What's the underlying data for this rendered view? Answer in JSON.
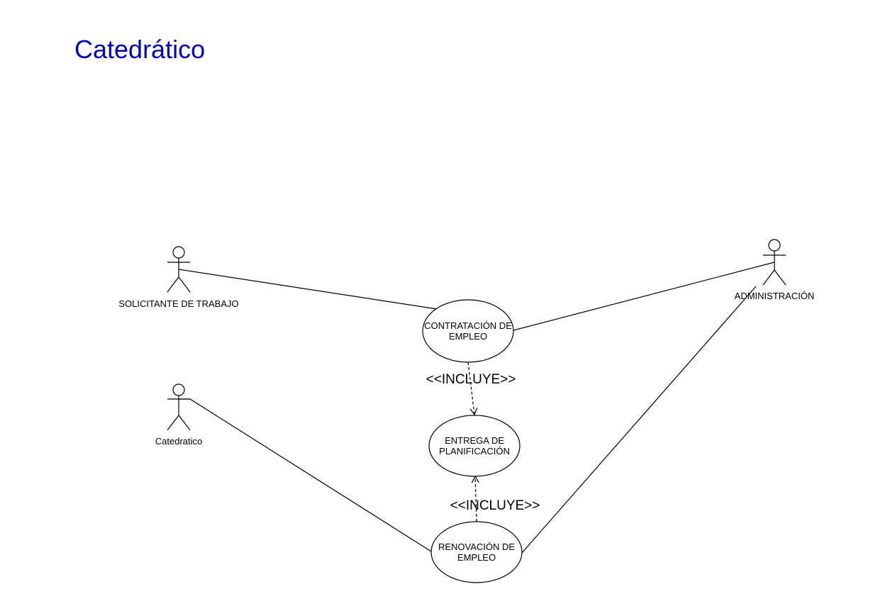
{
  "page": {
    "title": "Catedrático",
    "title_color": "#0000bb"
  },
  "actors": {
    "solicitante": {
      "label": "SOLICITANTE DE TRABAJO"
    },
    "catedratico": {
      "label": "Catedratico"
    },
    "administracion": {
      "label": "ADMINISTRACIÓN"
    }
  },
  "use_cases": {
    "contratacion": {
      "line1": "CONTRATACIÓN DE",
      "line2": "EMPLEO"
    },
    "entrega": {
      "line1": "ENTREGA DE",
      "line2": "PLANIFICACIÓN"
    },
    "renovacion": {
      "line1": "RENOVACIÓN DE",
      "line2": "EMPLEO"
    }
  },
  "relations": {
    "include_top": "<<INCLUYE>>",
    "include_bottom": "<<INCLUYE>>"
  }
}
